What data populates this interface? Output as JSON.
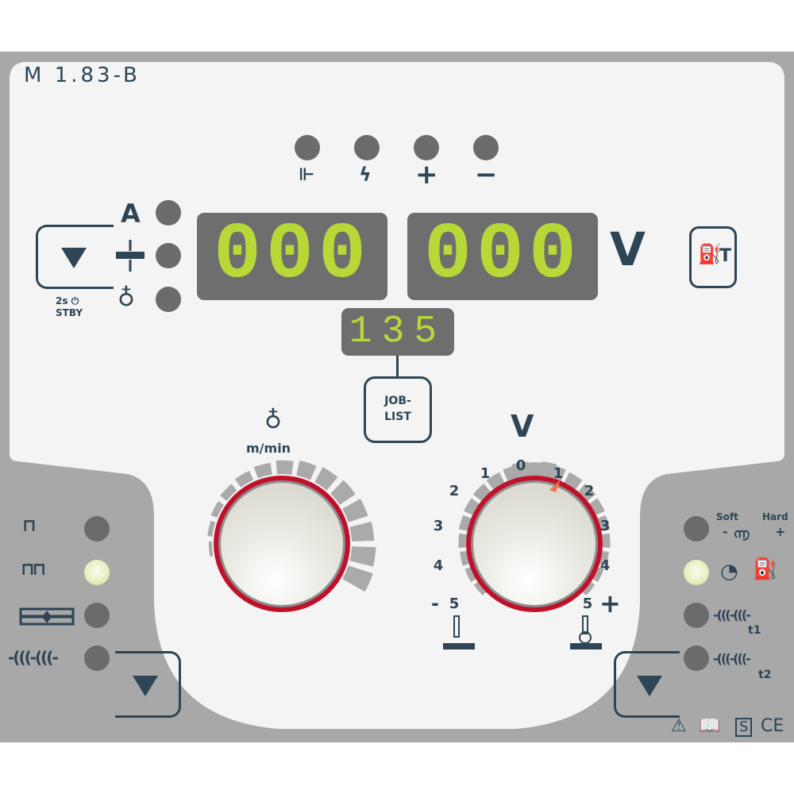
{
  "model": "M 1.83-B",
  "top_indicators": [
    {
      "icon": "wire-thermometer-icon",
      "state": "off"
    },
    {
      "icon": "arc-fault-icon",
      "state": "off"
    },
    {
      "icon": "plus-icon",
      "state": "off"
    },
    {
      "icon": "minus-icon",
      "state": "off"
    }
  ],
  "left_indicators": [
    {
      "label": "A",
      "state": "off"
    },
    {
      "icon": "material-thickness-icon",
      "state": "off"
    },
    {
      "icon": "wire-speed-icon",
      "state": "off"
    }
  ],
  "display_left": "000",
  "display_right": "000",
  "display_right_unit": "V",
  "display_job": "135",
  "param_button": {
    "hint_line1": "2s",
    "hint_line2": "STBY",
    "icon": "power-icon"
  },
  "joblist_button": {
    "line1": "JOB-",
    "line2": "LIST"
  },
  "gas_test_button": {
    "label": "T",
    "icon": "gas-bottle-icon"
  },
  "wire_knob": {
    "unit": "m/min",
    "icon": "wire-speed-icon"
  },
  "voltage_knob": {
    "unit": "V",
    "scale_left": [
      "5",
      "4",
      "3",
      "2",
      "1"
    ],
    "scale_center": "0",
    "scale_right": [
      "1",
      "2",
      "3",
      "4",
      "5"
    ],
    "minus": "-",
    "plus": "+",
    "value": 1
  },
  "mode_indicators": [
    {
      "icon": "2-stroke-icon",
      "state": "off"
    },
    {
      "icon": "4-stroke-icon",
      "state": "on"
    },
    {
      "icon": "spot-weld-icon",
      "state": "off"
    },
    {
      "icon": "interval-icon",
      "state": "off"
    }
  ],
  "function_indicators": [
    {
      "soft": "Soft",
      "hard": "Hard",
      "minus": "-",
      "plus": "+",
      "state": "off"
    },
    {
      "icon": "gas-preflow-icon",
      "state": "on"
    },
    {
      "label": "t1",
      "state": "off"
    },
    {
      "label": "t2",
      "state": "off"
    }
  ],
  "marks": [
    "warning-icon",
    "manual-icon",
    "S",
    "CE"
  ],
  "colors": {
    "led_off": "#6b6b6b",
    "led_on": "#e8efbf",
    "digits": "#b8d838",
    "ring": "#c0112a",
    "text": "#2d4555"
  }
}
